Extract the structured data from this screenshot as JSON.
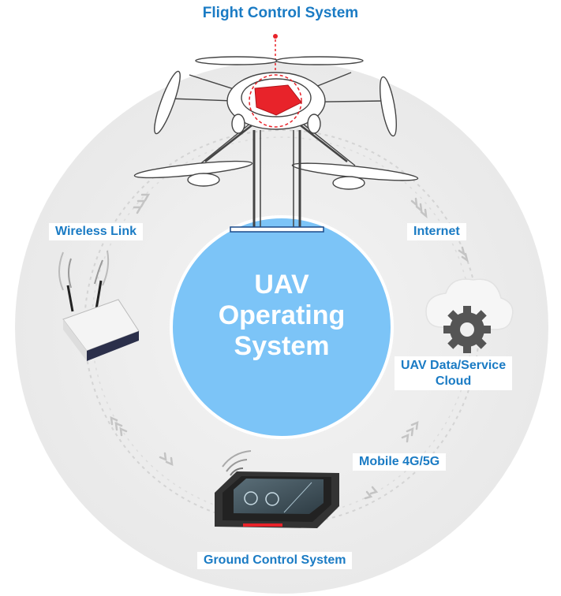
{
  "title": "Flight Control System",
  "center": {
    "line1": "UAV",
    "line2": "Operating",
    "line3": "System"
  },
  "labels": {
    "wireless": "Wireless Link",
    "internet": "Internet",
    "cloud_line1": "UAV Data/Service",
    "cloud_line2": "Cloud",
    "mobile": "Mobile 4G/5G",
    "ground": "Ground Control System"
  },
  "colors": {
    "accent": "#1a7bc4",
    "center_circle": "#7cc4f7",
    "outer_ring": "#eeeeee",
    "flight_controller": "#e8232a"
  },
  "icons": [
    "drone-icon",
    "router-icon",
    "cloud-gear-icon",
    "tablet-icon",
    "wifi-icon",
    "chevron-icon"
  ]
}
